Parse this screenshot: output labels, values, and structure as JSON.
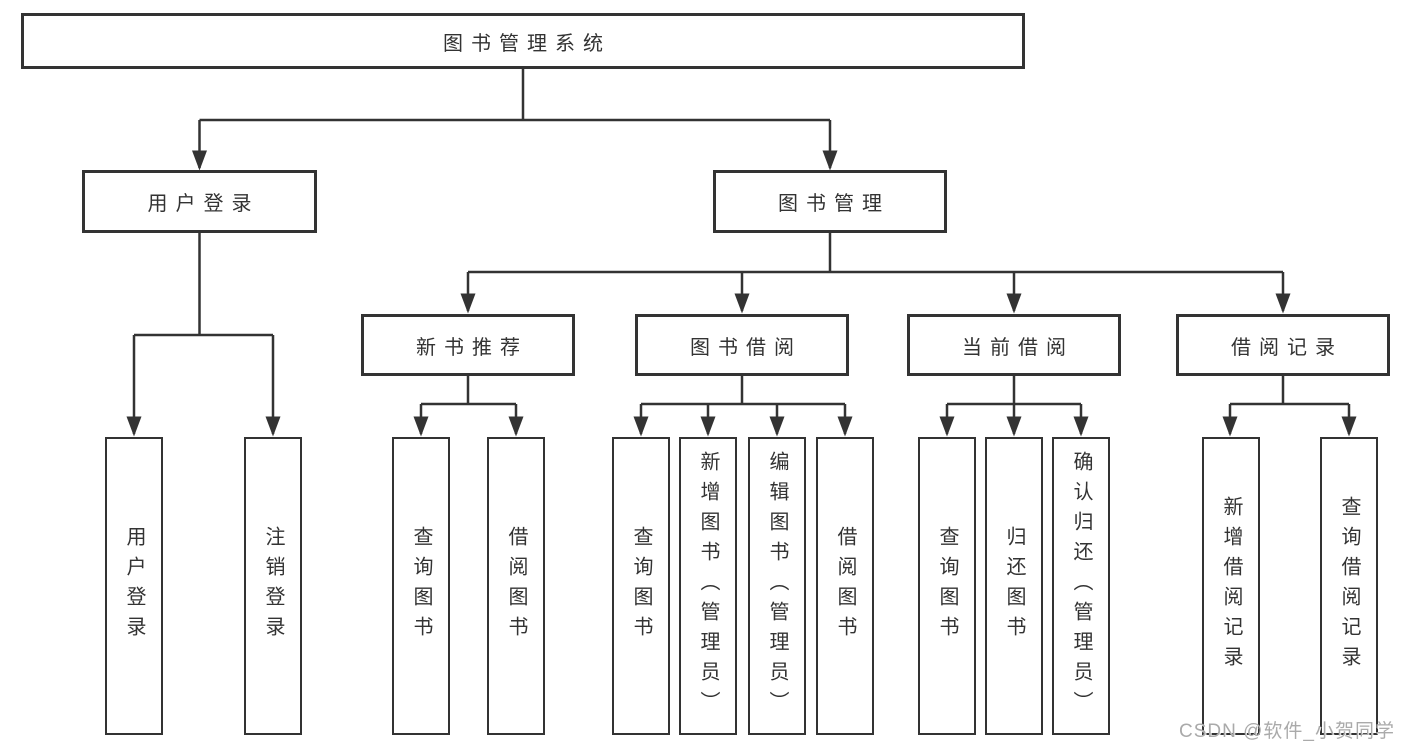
{
  "colors": {
    "line": "#333333",
    "box_border": "#333333",
    "box_fill": "#ffffff",
    "text": "#333333",
    "watermark": "#aaaaaa"
  },
  "watermark": {
    "text": "CSDN @软件_小贺同学"
  },
  "tree": {
    "root": {
      "label": "图书管理系统"
    },
    "branches": [
      {
        "label": "用户登录",
        "children": [
          {
            "label": "用户登录"
          },
          {
            "label": "注销登录"
          }
        ]
      },
      {
        "label": "图书管理",
        "sections": [
          {
            "label": "新书推荐",
            "children": [
              {
                "label": "查询图书"
              },
              {
                "label": "借阅图书"
              }
            ]
          },
          {
            "label": "图书借阅",
            "children": [
              {
                "label": "查询图书"
              },
              {
                "label": "新增图书（管理员）"
              },
              {
                "label": "编辑图书（管理员）"
              },
              {
                "label": "借阅图书"
              }
            ]
          },
          {
            "label": "当前借阅",
            "children": [
              {
                "label": "查询图书"
              },
              {
                "label": "归还图书"
              },
              {
                "label": "确认归还（管理员）"
              }
            ]
          },
          {
            "label": "借阅记录",
            "children": [
              {
                "label": "新增借阅记录"
              },
              {
                "label": "查询借阅记录"
              }
            ]
          }
        ]
      }
    ]
  }
}
